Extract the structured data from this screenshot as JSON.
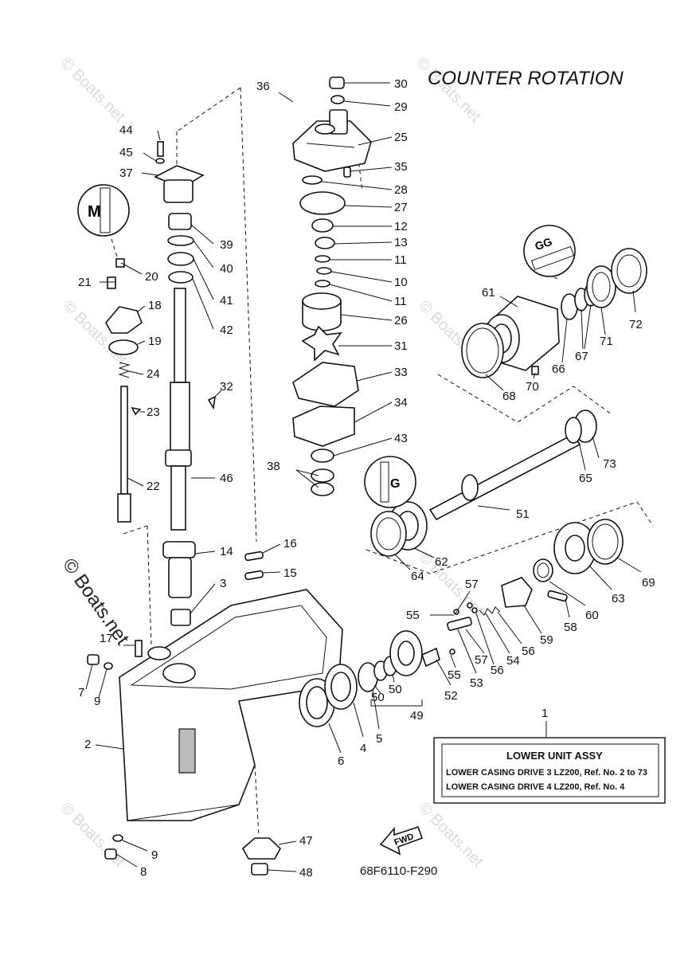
{
  "title": "COUNTER ROTATION",
  "watermark": "© Boats.net",
  "diagram_code": "68F6110-F290",
  "fwd_label": "FWD",
  "callouts": {
    "c1": "1",
    "c2": "2",
    "c3": "3",
    "c4": "4",
    "c5": "5",
    "c6": "6",
    "c7": "7",
    "c8": "8",
    "c9a": "9",
    "c9b": "9",
    "c10": "10",
    "c11a": "11",
    "c11b": "11",
    "c12": "12",
    "c13": "13",
    "c14": "14",
    "c15": "15",
    "c16": "16",
    "c17": "17",
    "c18": "18",
    "c19": "19",
    "c20": "20",
    "c21": "21",
    "c22": "22",
    "c23": "23",
    "c24": "24",
    "c25": "25",
    "c26": "26",
    "c27": "27",
    "c28": "28",
    "c29": "29",
    "c30": "30",
    "c31": "31",
    "c32": "32",
    "c33": "33",
    "c34": "34",
    "c35": "35",
    "c36": "36",
    "c37": "37",
    "c38": "38",
    "c39": "39",
    "c40": "40",
    "c41": "41",
    "c42": "42",
    "c43": "43",
    "c44": "44",
    "c45": "45",
    "c46": "46",
    "c47": "47",
    "c48": "48",
    "c49": "49",
    "c50a": "50",
    "c50b": "50",
    "c51": "51",
    "c52": "52",
    "c53": "53",
    "c54": "54",
    "c55a": "55",
    "c55b": "55",
    "c56a": "56",
    "c56b": "56",
    "c57a": "57",
    "c57b": "57",
    "c58": "58",
    "c59": "59",
    "c60": "60",
    "c61": "61",
    "c62": "62",
    "c63": "63",
    "c64": "64",
    "c65": "65",
    "c66": "66",
    "c67": "67",
    "c68": "68",
    "c69": "69",
    "c70": "70",
    "c71": "71",
    "c72": "72",
    "c73": "73"
  },
  "assy_box": {
    "heading": "LOWER UNIT ASSY",
    "line1": "LOWER CASING DRIVE 3 LZ200,   Ref. No. 2  to  73",
    "line2": "LOWER CASING DRIVE 4 LZ200,   Ref. No. 4"
  },
  "inset_marks": {
    "m": "M",
    "gg": "GG",
    "g": "G"
  }
}
